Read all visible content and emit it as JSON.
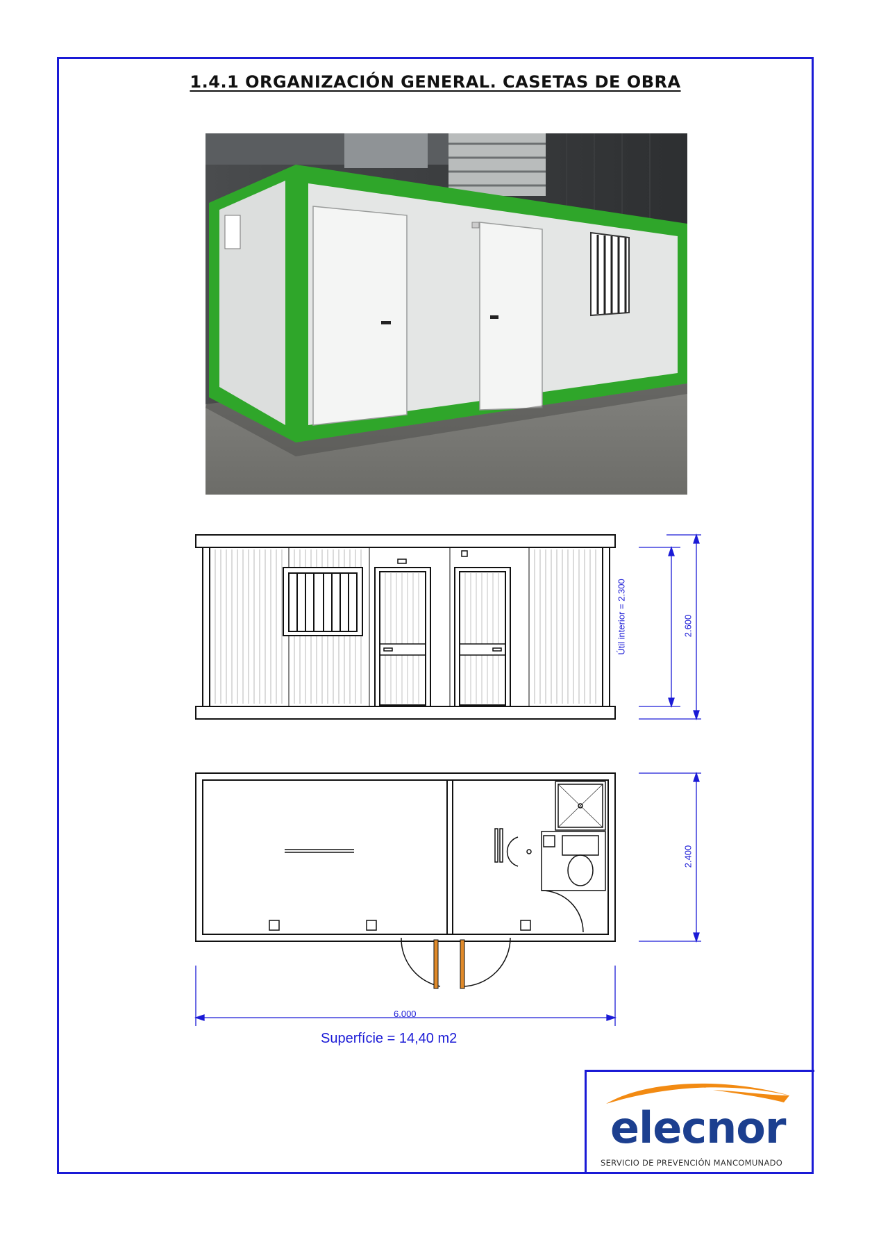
{
  "document": {
    "title": "1.4.1 ORGANIZACIÓN GENERAL. CASETAS DE OBRA",
    "accent_color": "#1a1ad6",
    "container_color": "#2fa62a"
  },
  "elevation": {
    "interior_height_label": "Útil interior = 2.300",
    "total_height_label": "2.600"
  },
  "plan": {
    "width_label": "2.400",
    "length_label": "6.000",
    "surface_label": "Superfície = 14,40 m2"
  },
  "logo": {
    "name": "elecnor",
    "subtitle": "SERVICIO DE PREVENCIÓN MANCOMUNADO",
    "swoosh_color": "#f28a12",
    "text_color": "#1c3f8f"
  }
}
